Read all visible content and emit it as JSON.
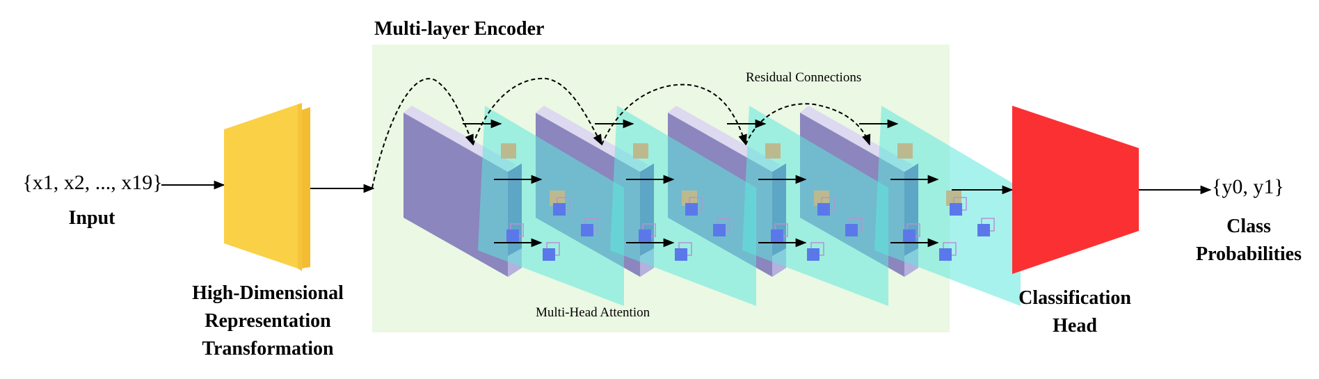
{
  "input": {
    "sequence": "{x1, x2, ..., x19}",
    "label": "Input"
  },
  "transformation": {
    "lines": [
      "High-Dimensional",
      "Representation",
      "Transformation"
    ]
  },
  "encoder": {
    "title": "Multi-layer Encoder",
    "residual_label": "Residual Connections",
    "attention_label": "Multi-Head Attention"
  },
  "head": {
    "lines": [
      "Classification",
      "Head"
    ]
  },
  "output": {
    "sequence": "{y0, y1}",
    "lines": [
      "Class",
      "Probabilities"
    ]
  },
  "colors": {
    "transform_block": "#f9cd45",
    "encoder_background": "#ebf8e3",
    "encoder_layer": "#8b86bd",
    "attention_plane": "#5ee8dc",
    "head_block": "#fb3033",
    "query_square": "#bdb98f",
    "key_square": "#5b78ea"
  }
}
